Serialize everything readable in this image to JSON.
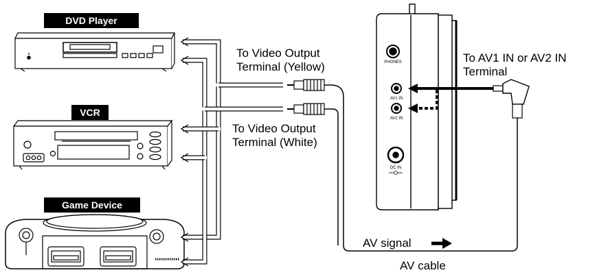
{
  "devices": {
    "dvd_label": "DVD Player",
    "vcr_label": "VCR",
    "game_label": "Game Device"
  },
  "labels": {
    "video_yellow_line1": "To Video Output",
    "video_yellow_line2": "Terminal (Yellow)",
    "video_white_line1": "To Video Output",
    "video_white_line2": "Terminal (White)",
    "av_in_line1": "To AV1 IN or AV2 IN",
    "av_in_line2": "Terminal",
    "av_signal": "AV signal",
    "av_cable": "AV cable"
  },
  "monitor_ports": {
    "phones": "PHONES",
    "av1": "AV1 IN",
    "av2": "AV2 IN",
    "dc": "DC IN"
  }
}
